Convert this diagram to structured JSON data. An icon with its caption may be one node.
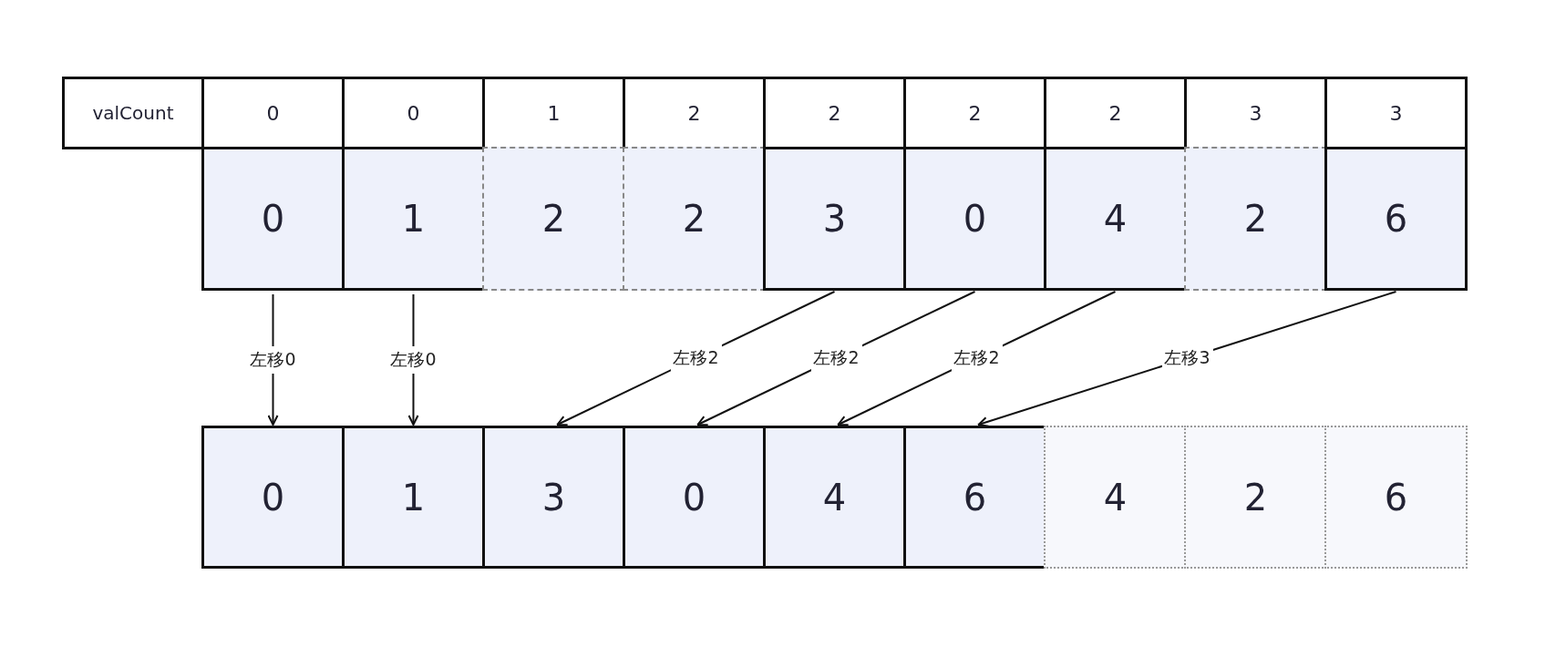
{
  "diagram": {
    "nodes": [
      {
        "text": [
          "valCount"
        ]
      },
      {
        "text": [
          "0"
        ]
      },
      {
        "text": [
          "0"
        ]
      },
      {
        "text": [
          "1"
        ]
      },
      {
        "text": [
          "2"
        ]
      },
      {
        "text": [
          "2"
        ]
      },
      {
        "text": [
          "2"
        ]
      },
      {
        "text": [
          "2"
        ]
      },
      {
        "text": [
          "3"
        ]
      },
      {
        "text": [
          "3"
        ]
      },
      {
        "text": [
          "0"
        ]
      },
      {
        "text": [
          "1"
        ]
      },
      {
        "text": [
          "2"
        ]
      },
      {
        "text": [
          "2"
        ]
      },
      {
        "text": [
          "3"
        ]
      },
      {
        "text": [
          "0"
        ]
      },
      {
        "text": [
          "4"
        ]
      },
      {
        "text": [
          "2"
        ]
      },
      {
        "text": [
          "6"
        ]
      },
      {
        "text": [
          "0"
        ]
      },
      {
        "text": [
          "1"
        ]
      },
      {
        "text": [
          "3"
        ]
      },
      {
        "text": [
          "0"
        ]
      },
      {
        "text": [
          "4"
        ]
      },
      {
        "text": [
          "6"
        ]
      },
      {
        "text": [
          "4"
        ]
      },
      {
        "text": [
          "2"
        ]
      },
      {
        "text": [
          "6"
        ]
      }
    ],
    "edges": [
      {
        "from": 10,
        "to": 19,
        "arrow": "to",
        "label": "左移0"
      },
      {
        "from": 11,
        "to": 20,
        "arrow": "to",
        "label": "左移0"
      },
      {
        "from": 14,
        "to": 21,
        "arrow": "to",
        "label": "左移2"
      },
      {
        "from": 15,
        "to": 22,
        "arrow": "to",
        "label": "左移2"
      },
      {
        "from": 16,
        "to": 23,
        "arrow": "to",
        "label": "左移2"
      },
      {
        "from": 18,
        "to": 24,
        "arrow": "to",
        "label": "左移3"
      }
    ]
  }
}
